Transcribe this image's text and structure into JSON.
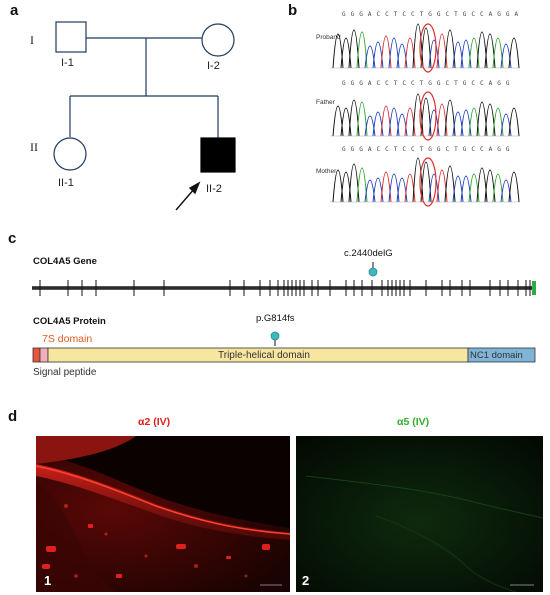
{
  "panels": {
    "a": "a",
    "b": "b",
    "c": "c",
    "d": "d"
  },
  "pedigree": {
    "gen1": "I",
    "gen2": "II",
    "i1": "I-1",
    "i2": "I-2",
    "ii1": "II-1",
    "ii2": "II-2"
  },
  "chromatograms": {
    "proband_label": "Proband",
    "father_label": "Father",
    "mother_label": "Mother",
    "seq_proband": "G G G A C C T C C T G G C T G C C A G G  A",
    "seq_father": "G G G A C C T C C T G G C T G C C A G G",
    "seq_mother": "G G G A C C T C C T G G C T G C C A G G",
    "colors": {
      "A": "#2ca02c",
      "C": "#1f3fbf",
      "G": "#111111",
      "T": "#d62728",
      "highlight": "#e03030"
    }
  },
  "gene": {
    "title": "COL4A5 Gene",
    "mutation": "c.2440delG",
    "marker_color": "#3cb8c0"
  },
  "protein": {
    "title": "COL4A5 Protein",
    "mutation": "p.G814fs",
    "domain_7s": "7S domain",
    "domain_triple": "Triple-helical domain",
    "domain_nc1": "NC1 domain",
    "signal_peptide": "Signal peptide",
    "colors": {
      "7s_label": "#e05a1a",
      "triple": "#f7e6a0",
      "nc1": "#7fb3d8",
      "signal": "#e8553a"
    }
  },
  "staining": {
    "left_title": "α2 (IV)",
    "right_title": "α5 (IV)",
    "left_number": "1",
    "right_number": "2",
    "left_color": "#e0201e",
    "right_color": "#2fb02f"
  }
}
